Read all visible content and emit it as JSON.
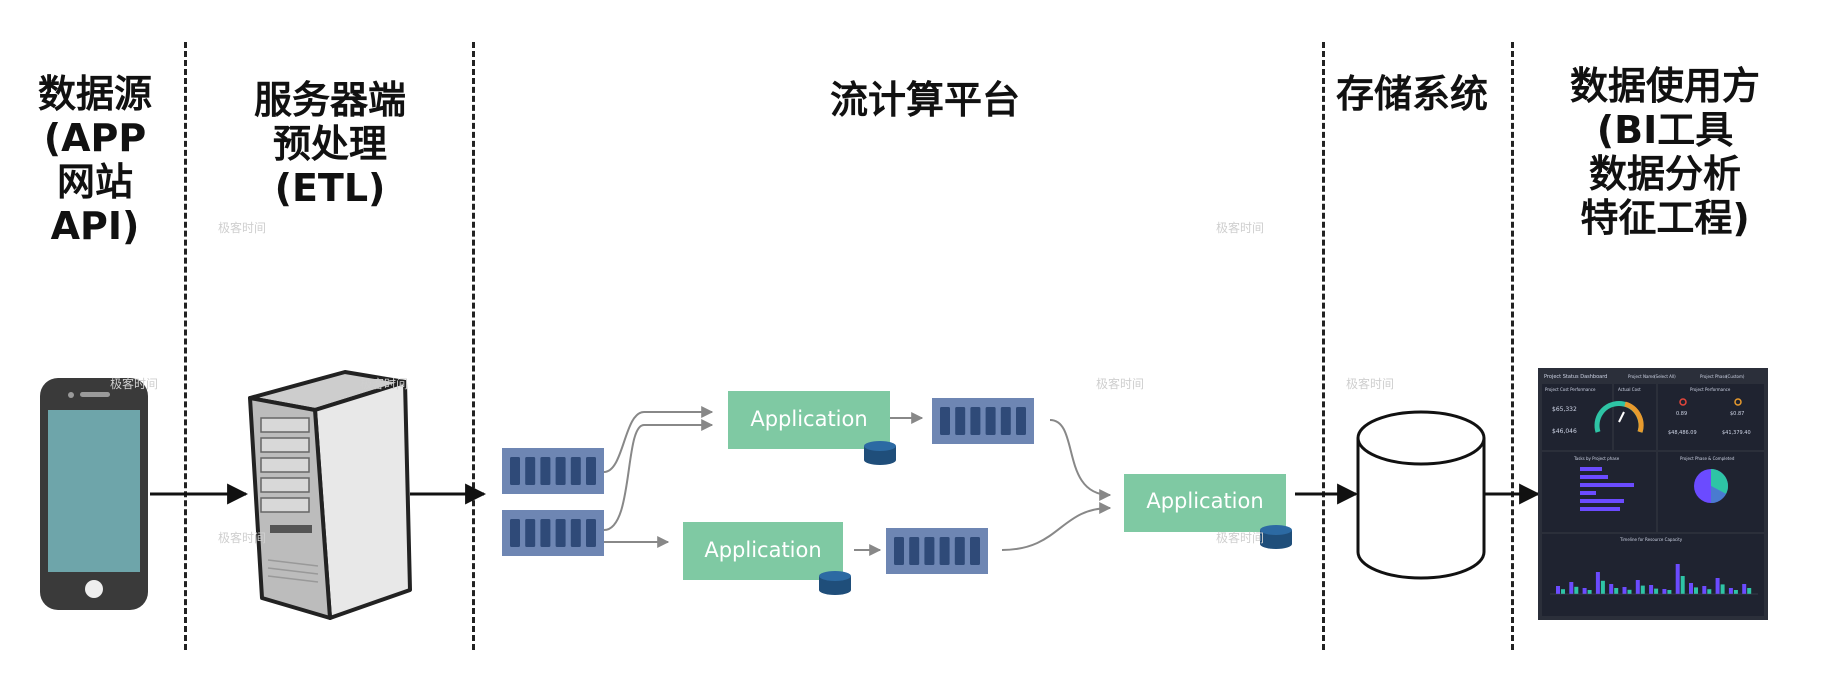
{
  "columns": [
    {
      "key": "source",
      "title": "数据源\n(APP\n网站\nAPI)"
    },
    {
      "key": "server",
      "title": "服务器端\n预处理\n(ETL)"
    },
    {
      "key": "stream",
      "title": "流计算平台"
    },
    {
      "key": "storage",
      "title": "存储系统"
    },
    {
      "key": "consumer",
      "title": "数据使用方\n(BI工具\n数据分析\n特征工程)"
    }
  ],
  "stream": {
    "app_label": "Application"
  },
  "watermark": "极客时间",
  "dashboard": {
    "title": "Project Status Dashboard",
    "filter1_label": "Project Name",
    "filter1_value": "(Select All)",
    "filter2_label": "Project Phase",
    "filter2_value": "(Custom)",
    "panel1_title": "Project Cost Performance",
    "panel2_title": "Actual Cost",
    "panel3_title": "Project Performance",
    "stat1": "$65,332",
    "stat2": "$46,046",
    "perf1": "0.89",
    "perf2": "$0.87",
    "perf3": "$48,486.09",
    "perf4": "$41,379.40",
    "panel4_title": "Tasks by Project phase",
    "panel5_title": "Project Phase & Completed",
    "panel6_title": "Timeline for Resource Capacity",
    "colors": {
      "bg": "#2b2f3a",
      "panel": "#1f2330",
      "purple": "#6b4bff",
      "teal": "#2ec4a5",
      "orange": "#e89b2e",
      "red": "#e4463b"
    }
  },
  "colors": {
    "queue": "#6e86b3",
    "queue_cell": "#2f4a78",
    "app_box": "#7fc9a3",
    "db": "#1f4e7a",
    "arrow": "#888888",
    "phone_body": "#3a3a3a",
    "phone_screen": "#6ea5aa"
  }
}
